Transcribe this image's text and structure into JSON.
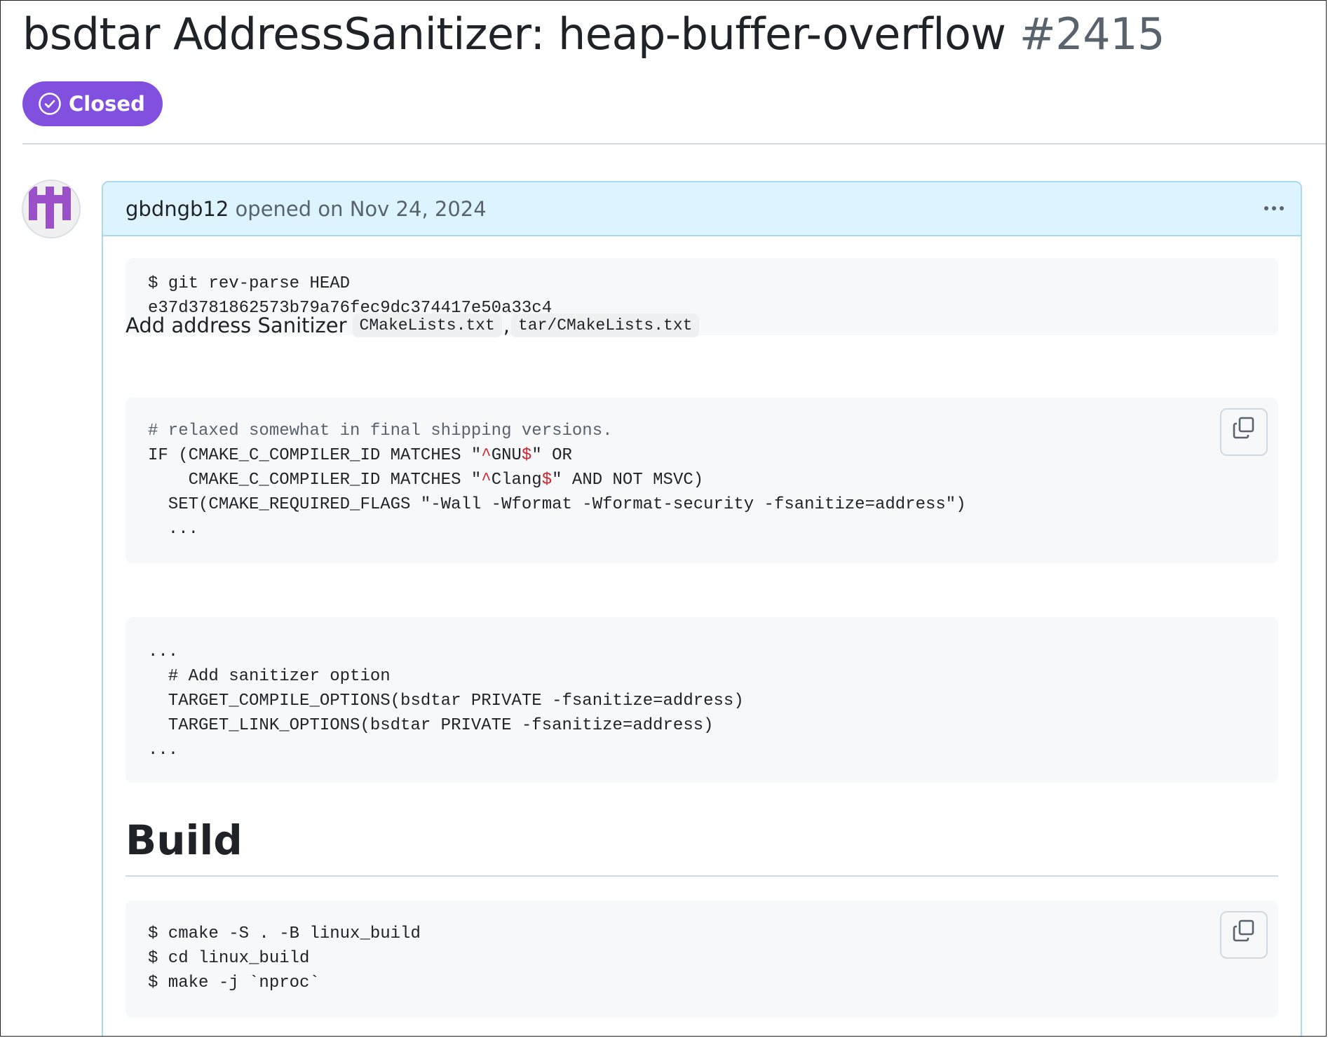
{
  "issue": {
    "title": "bsdtar AddressSanitizer: heap-buffer-overflow",
    "number": "#2415",
    "state": "Closed",
    "state_color": "#8250df"
  },
  "comment": {
    "author": "gbdngb12",
    "action_text": "opened on Nov 24, 2024",
    "header_bg": "#ddf4ff",
    "code_block_1": {
      "lines": [
        "$ git rev-parse HEAD",
        "e37d3781862573b79a76fec9dc374417e50a33c4"
      ]
    },
    "paragraph": {
      "text": "Add address Sanitizer",
      "file_1": "CMakeLists.txt",
      "separator": ",",
      "file_2": "tar/CMakeLists.txt"
    },
    "code_block_2": {
      "lines": [
        "# relaxed somewhat in final shipping versions.",
        "IF (CMAKE_C_COMPILER_ID MATCHES \"^GNU$\" OR",
        "    CMAKE_C_COMPILER_ID MATCHES \"^Clang$\" AND NOT MSVC)",
        "  SET(CMAKE_REQUIRED_FLAGS \"-Wall -Wformat -Wformat-security -fsanitize=address\")",
        "  ..."
      ]
    },
    "code_block_3": {
      "lines": [
        "...",
        "  # Add sanitizer option",
        "  TARGET_COMPILE_OPTIONS(bsdtar PRIVATE -fsanitize=address)",
        "  TARGET_LINK_OPTIONS(bsdtar PRIVATE -fsanitize=address)",
        "..."
      ]
    },
    "build_heading": "Build",
    "code_block_4": {
      "lines": [
        "$ cmake -S . -B linux_build",
        "$ cd linux_build",
        "$ make -j `nproc`"
      ]
    }
  },
  "icons": {
    "state": "check-circle-icon",
    "menu": "kebab-horizontal-icon",
    "copy": "copy-icon"
  }
}
